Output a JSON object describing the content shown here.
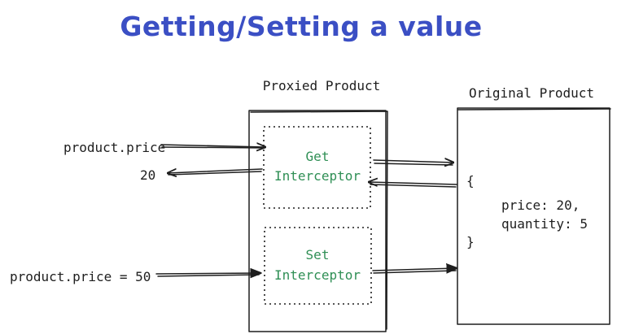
{
  "colors": {
    "title": "#3b4fc4",
    "interceptor": "#2f8f55",
    "ink": "#1e1e1e"
  },
  "title": "Getting/Setting a value",
  "proxied": {
    "label": "Proxied Product",
    "get_interceptor": [
      "Get",
      "Interceptor"
    ],
    "set_interceptor": [
      "Set",
      "Interceptor"
    ]
  },
  "original": {
    "label": "Original Product",
    "open_brace": "{",
    "close_brace": "}",
    "lines": [
      "price: 20,",
      "quantity: 5"
    ]
  },
  "left": {
    "get_expression": "product.price",
    "get_result": "20",
    "set_expression": "product.price = 50"
  }
}
